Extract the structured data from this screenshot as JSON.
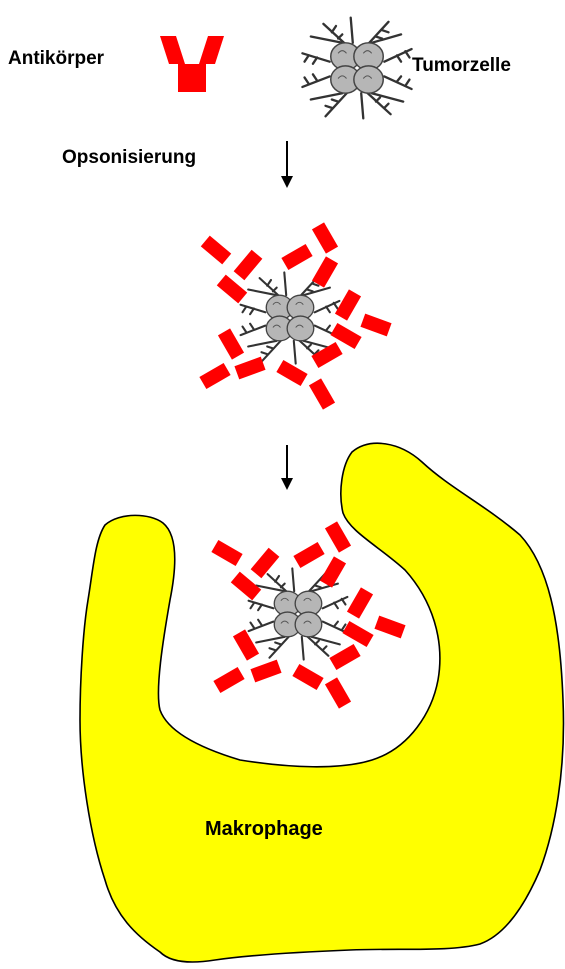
{
  "labels": {
    "antibody": "Antikörper",
    "tumor_cell": "Tumorzelle",
    "opsonization": "Opsonisierung",
    "macrophage": "Makrophage"
  },
  "colors": {
    "antibody": "#ff0000",
    "macrophage_fill": "#ffff00",
    "outline": "#000000",
    "cell_body": "#b4b4b4",
    "cell_detail": "#3a3a3a"
  }
}
